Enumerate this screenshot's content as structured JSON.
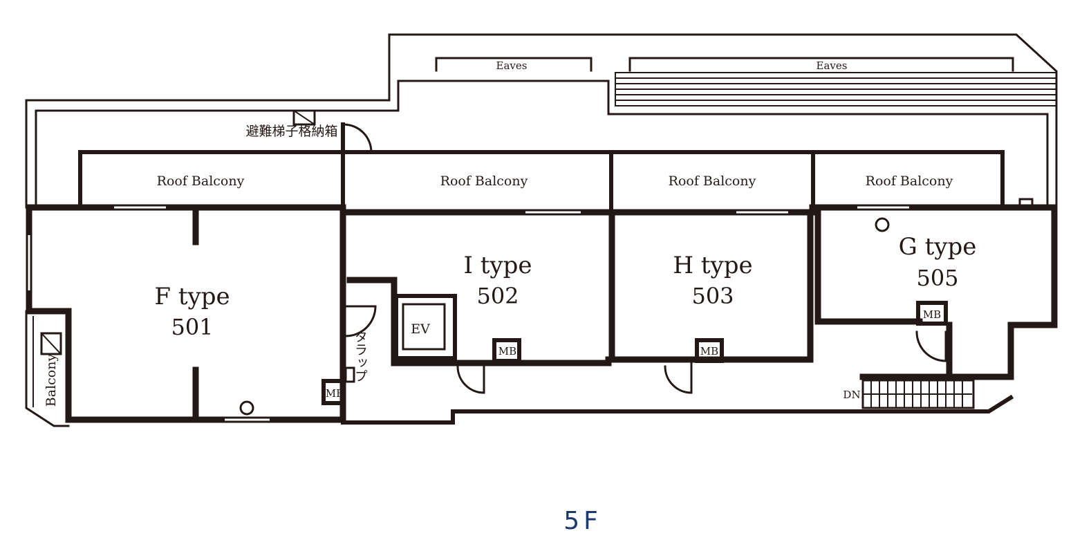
{
  "floor_label": "5F",
  "eaves": [
    "Eaves",
    "Eaves"
  ],
  "roof_balconies": [
    "Roof Balcony",
    "Roof Balcony",
    "Roof Balcony",
    "Roof Balcony"
  ],
  "units": [
    {
      "type": "F type",
      "number": "501"
    },
    {
      "type": "I type",
      "number": "502"
    },
    {
      "type": "H type",
      "number": "503"
    },
    {
      "type": "G type",
      "number": "505"
    }
  ],
  "balcony_label": "Balcony",
  "ev_label": "EV",
  "mb_label": "MB",
  "stairs_label": "DN",
  "ladder_storage_label": "避難梯子格納箱",
  "trap_label": "タラップ",
  "colors": {
    "walls": "#231815",
    "floor_label": "#1b3a6b"
  }
}
